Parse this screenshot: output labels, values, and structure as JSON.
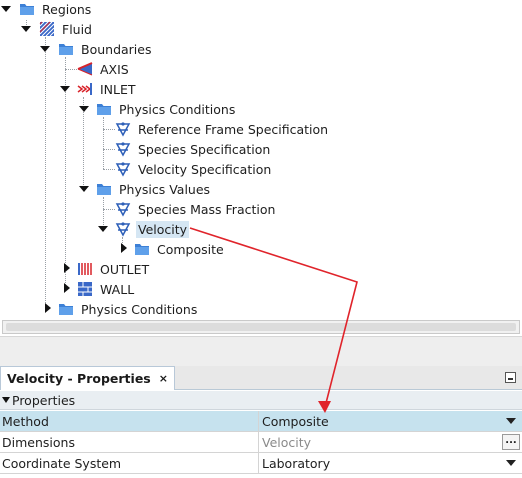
{
  "tree": {
    "regions": "Regions",
    "fluid": "Fluid",
    "boundaries": "Boundaries",
    "axis": "AXIS",
    "inlet": "INLET",
    "inlet_physics_conditions": "Physics Conditions",
    "reference_frame": "Reference Frame Specification",
    "species_spec": "Species Specification",
    "velocity_spec": "Velocity Specification",
    "inlet_physics_values": "Physics Values",
    "species_mass_fraction": "Species Mass Fraction",
    "velocity": "Velocity",
    "composite": "Composite",
    "outlet": "OUTLET",
    "wall": "WALL",
    "fluid_physics_conditions": "Physics Conditions"
  },
  "properties_panel": {
    "tab_title": "Velocity - Properties",
    "tab_close": "×",
    "section": "Properties",
    "rows": [
      {
        "key": "Method",
        "value": "Composite"
      },
      {
        "key": "Dimensions",
        "value": "Velocity",
        "button": "..."
      },
      {
        "key": "Coordinate System",
        "value": "Laboratory"
      }
    ]
  },
  "colors": {
    "annotation_arrow": "#e0242b",
    "selection": "#d5e6f3",
    "row_highlight": "#c6e2ee"
  }
}
